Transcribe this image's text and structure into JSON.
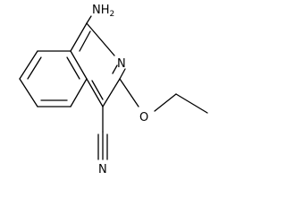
{
  "molecule": {
    "atoms": {
      "amine": {
        "element": "N",
        "hydrogen": "H",
        "hydrogen_count": "2"
      },
      "ring_nitrogen": {
        "element": "N"
      },
      "ether_oxygen": {
        "element": "O"
      },
      "nitrile_nitrogen": {
        "element": "N"
      }
    },
    "colors": {
      "bond": "#000000",
      "label": "#000000",
      "background": "#ffffff"
    }
  }
}
